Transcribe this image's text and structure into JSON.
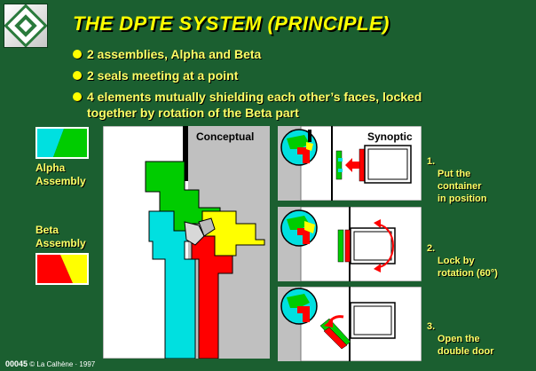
{
  "title": "THE DPTE SYSTEM (PRINCIPLE)",
  "bullets": [
    "2 assemblies, Alpha and Beta",
    "2 seals meeting at a point",
    "4 elements mutually shielding each other’s faces, locked",
    "together by rotation of the Beta part"
  ],
  "legend": {
    "alpha": {
      "line1": "Alpha",
      "line2": "Assembly",
      "colors": [
        "#00e0e0",
        "#00cc00"
      ]
    },
    "beta": {
      "line1": "Beta",
      "line2": "Assembly",
      "colors": [
        "#ff0000",
        "#ffff00"
      ]
    }
  },
  "panels": {
    "conceptual": "Conceptual",
    "synoptic": "Synoptic"
  },
  "steps": [
    {
      "number": "1.",
      "text": "Put the\ncontainer\nin position"
    },
    {
      "number": "2.",
      "text": "Lock by\nrotation (60°)"
    },
    {
      "number": "3.",
      "text": "Open the\ndouble door"
    }
  ],
  "footer": {
    "code": "00045",
    "copyright": "© La Calhène · 1997"
  },
  "colors": {
    "background": "#1b5f30",
    "title": "#ffff00",
    "alpha_green": "#00cc00",
    "alpha_cyan": "#00e0e0",
    "beta_red": "#ff0000",
    "beta_yellow": "#ffff00"
  },
  "icons": [
    "company-logo-icon",
    "bullet-dot-icon",
    "red-arrow-icon",
    "rotation-arrow-icon"
  ]
}
